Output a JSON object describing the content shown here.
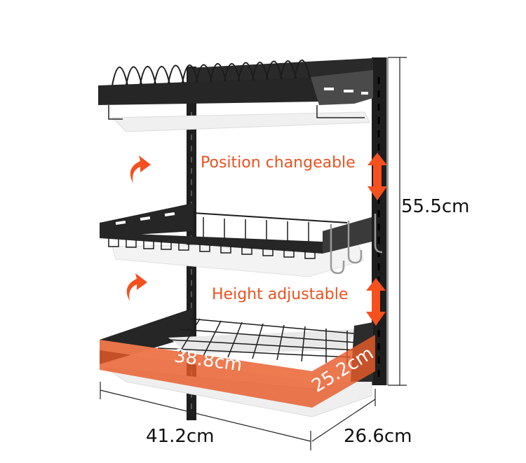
{
  "product": {
    "name": "3-tier wall-mounted dish rack",
    "colors": {
      "frame": "#1e1e1e",
      "frame_panel": "#3a3a3a",
      "tray": "#f2f2f2",
      "accent": "#f5501e",
      "highlight_band": "#e8582c",
      "dimension_line": "#222222"
    }
  },
  "annotations": {
    "position_label": "Position changeable",
    "height_label": "Height adjustable",
    "rotate_icon_top": "curved-arrow-icon",
    "rotate_icon_bottom": "curved-arrow-icon",
    "updown_icon_top": "double-arrow-vertical-icon",
    "updown_icon_bottom": "double-arrow-vertical-icon"
  },
  "dimensions": {
    "total_height": "55.5cm",
    "total_width": "41.2cm",
    "total_depth": "26.6cm",
    "basket_width": "38.8cm",
    "basket_depth": "25.2cm"
  }
}
